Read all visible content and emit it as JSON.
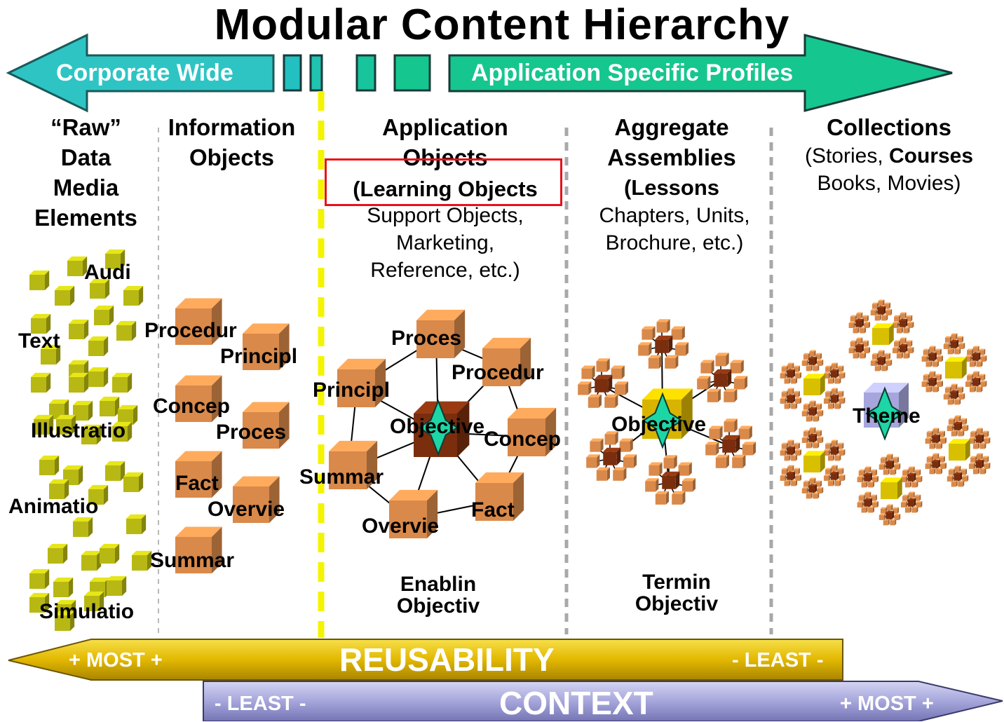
{
  "title": "Modular Content Hierarchy",
  "top_arrows": {
    "left_label": "Corporate Wide",
    "right_label": "Application Specific Profiles"
  },
  "columns": {
    "raw": {
      "line1": "“Raw”",
      "line2": "Data",
      "line3": "Media",
      "line4": "Elements",
      "items": [
        "Audi",
        "Text",
        "Illustratio",
        "Animatio",
        "Simulatio"
      ]
    },
    "info": {
      "line1": "Information",
      "line2": "Objects",
      "items": [
        "Procedur",
        "Principl",
        "Concep",
        "Proces",
        "Fact",
        "Overvie",
        "Summar"
      ]
    },
    "app": {
      "line1": "Application",
      "line2": "Objects",
      "line3": "(Learning Objects",
      "sub1": "Support Objects,",
      "sub2": "Marketing,",
      "sub3": "Reference, etc.)",
      "center": "Objective",
      "nodes": [
        "Proces",
        "Procedur",
        "Principl",
        "Concep",
        "Summar",
        "Fact",
        "Overvie"
      ],
      "footer1": "Enablin",
      "footer2": "Objectiv"
    },
    "agg": {
      "line1": "Aggregate",
      "line2": "Assemblies",
      "line3": "(Lessons",
      "sub1": "Chapters, Units,",
      "sub2": "Brochure, etc.)",
      "center": "Objective",
      "footer1": "Termin",
      "footer2": "Objectiv"
    },
    "coll": {
      "line1": "Collections",
      "sub1a": "(Stories,",
      "sub1b": "Courses",
      "sub2": "Books, Movies)",
      "center": "Theme"
    }
  },
  "bottom_bars": {
    "reusability": {
      "left": "+ MOST +",
      "center": "REUSABILITY",
      "right": "- LEAST -"
    },
    "context": {
      "left": "- LEAST -",
      "center": "CONTEXT",
      "right": "+ MOST +"
    }
  },
  "colors": {
    "teal_left": "#2ec4c4",
    "teal_right": "#16c68f",
    "gold": "#e2b800",
    "lavender": "#a6a6dc",
    "highlight": "#e8121a",
    "cube_olive": "#b8b814",
    "cube_orange": "#d9894a",
    "cube_dark": "#7a2e0e",
    "yellow_divider": "#f4f400"
  }
}
